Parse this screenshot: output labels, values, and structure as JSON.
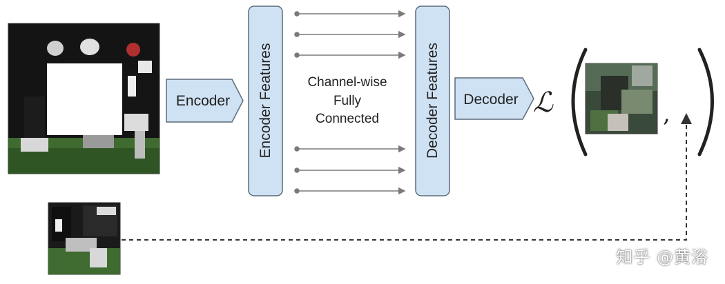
{
  "diagram": {
    "encoder_label": "Encoder",
    "encoder_features_label": "Encoder Features",
    "channel_wise_line1": "Channel-wise",
    "channel_wise_line2": "Fully",
    "channel_wise_line3": "Connected",
    "decoder_features_label": "Decoder Features",
    "decoder_label": "Decoder",
    "loss_symbol": "ℒ",
    "loss_comma": ","
  },
  "watermark": "知乎 @黄浴",
  "colors": {
    "box_fill": "#cfe2f3",
    "box_stroke": "#5b6b7a",
    "connector": "#7a7a7a",
    "dashed_arrow": "#333333"
  },
  "icons": {
    "input_image": "football-photo-masked-icon",
    "ground_truth_patch": "football-patch-icon",
    "predicted_patch": "reconstructed-patch-icon"
  }
}
